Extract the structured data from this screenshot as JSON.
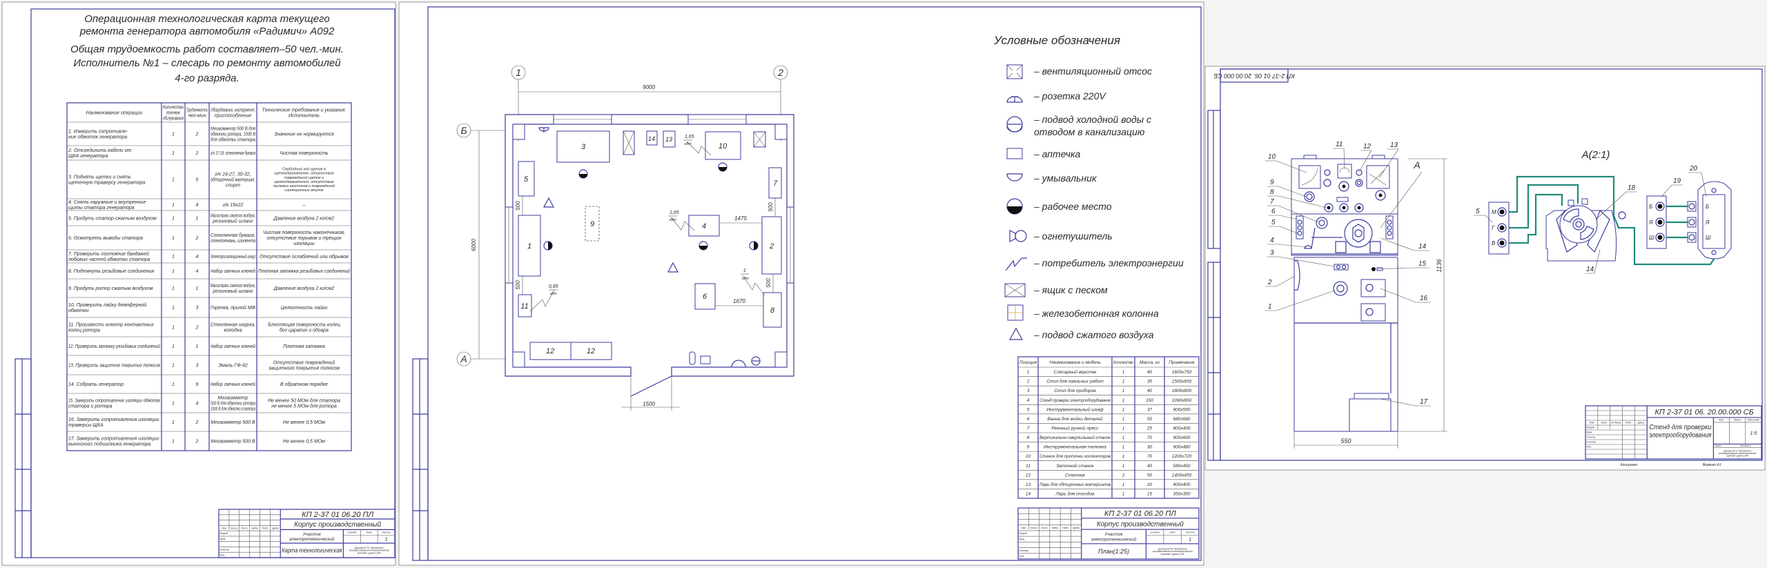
{
  "sheet_tech_card": {
    "title_lines": [
      "Операционная технологическая карта текущего",
      "ремонта генератора автомобиля «Радимич» А092",
      "Общая трудоемкость работ составляет–50 чел.-мин.",
      "Исполнитель №1 – слесарь по ремонту автомобилей",
      "4-го разряда."
    ],
    "table": {
      "headers": [
        "Наименование операции",
        "Количество\nточек\nобслуживания",
        "Трудоемкость\nчел-мин",
        "Оборудование, инструмент,\nприспособление",
        "Технические требования и указания.\nИсполнитель"
      ],
      "rows": [
        [
          "1. Измерить сопротивле-\nние обмоток генератора",
          "1",
          "2",
          "Мегаомметр 500 В для\nобмотки ротора, 1000 В\nдля обмотки статора",
          "Значение не нормируется"
        ],
        [
          "2. Отсоединить кабели от\nЩКА генератора",
          "1",
          "2",
          "г/к 17-19, стеклянная бумага",
          "Чистая поверхность"
        ],
        [
          "3. Поднять щетки и снять\nщеточную траверсу генератора",
          "1",
          "5",
          "г/к 24-27, 30-32,\nобтирочный материал,\nспирт",
          "Свободный ход щеток в\nщеткодержателях, отсутствие\nповреждений щеток и\nщеткодержателей, отсутствие\nпылевых мостиков и повреждений\nизоляционных втулок"
        ],
        [
          "4. Снять наружные и внутренние\nщиты статора генератора",
          "1",
          "4",
          "г/к 19х22",
          "–"
        ],
        [
          "5. Продуть статор сжатым воздухом",
          "1",
          "1",
          "Магистраль сжатого воздуха,\nрезиновый шланг",
          "Давление воздуха 2 кг/см2"
        ],
        [
          "6. Осмотреть выводы статора",
          "1",
          "2",
          "Стеклянная бумага,\nстеклоткань, изолента",
          "Чистая поверхность наконечников,\nотсутствие порывов и трещин\nизоляции"
        ],
        [
          "7. Проверить состояние бандажей\nлобовых частей обмотки статора",
          "1",
          "4",
          "Электроизоляционный шнур",
          "Отсутствие ослаблений или обрывов"
        ],
        [
          "8. Подтянуть резьбовые соединения",
          "1",
          "4",
          "Набор гаечных ключей",
          "Плотная затяжка резьбовых соединений"
        ],
        [
          "9. Продуть ротор сжатым воздухом",
          "1",
          "1",
          "Магистраль сжатого воздуха,\nрезиновый шланг",
          "Давление воздуха 2 кг/см2"
        ],
        [
          "10. Проверить пайку демпферной\nобмотки",
          "1",
          "3",
          "Горелка, припой МФ",
          "Целостность пайки"
        ],
        [
          "11. Произвести осмотр контактных\nколец ротора",
          "1",
          "2",
          "Стеклянная шкурка,\nколодка",
          "Блестящая поверхность колец\nбез царапин и обгара"
        ],
        [
          "12. Проверить затяжку резьбовых соединений",
          "1",
          "1",
          "Набор гаечных ключей",
          "Плотная затяжка"
        ],
        [
          "13. Проверить защитное покрытие полюсов",
          "1",
          "3",
          "Эмаль ГФ-92",
          "Отсутствие повреждений\nзащитного покрытия полюсов"
        ],
        [
          "14. Собрать генератор",
          "1",
          "9",
          "Набор гаечных ключей",
          "В обратном порядке"
        ],
        [
          "15. Замерить сопротивление изоляции обмоток\nстатора и ротора",
          "1",
          "4",
          "Мегаомметр\n500 В для обмотки ротора\n1000 В для обмотки статора",
          "Не менее 50 МОм для статора\nне менее 5 МОм для ротора"
        ],
        [
          "16. Замерить сопротивления изоляции\nтраверсы ЩКА",
          "1",
          "2",
          "Мегаомметр 500 В",
          "Не менее 0,5 МОм"
        ],
        [
          "17. Замерить сопротивления изоляции\nвыносного подшипника генератора",
          "1",
          "2",
          "Мегаомметр 500 В",
          "Не менее 0,5 МОм"
        ]
      ]
    },
    "title_block": {
      "code": "КП 2-37 01 06.20 ПЛ",
      "name": "Корпус производственный",
      "section": "Участок\nэлектротехнический",
      "doc": "Карта технологическая",
      "stage_label": "Стадия",
      "sheet_label": "Лист",
      "sheets_label": "Листов",
      "sheets": "1",
      "org": "филиал БГТУ \"Витебский\nгосударственный технологический\nколледж\" группа 2ПА",
      "cols": [
        "Изм",
        "Кол.уч",
        "Лист",
        "№док",
        "Подп.",
        "Дата"
      ],
      "roles": [
        "Разраб.",
        "Пров.",
        "Н.контр.",
        "Утв."
      ]
    }
  },
  "sheet_plan": {
    "axes": {
      "v1": "1",
      "v2": "2",
      "hB": "Б",
      "hA": "А"
    },
    "dimensions": {
      "width": "9000",
      "depth": "6000",
      "door": "1500",
      "d500": "500",
      "d1475": "1475",
      "d1670": "1670"
    },
    "equipment_labels": [
      "1",
      "2",
      "3",
      "4",
      "5",
      "6",
      "7",
      "8",
      "9",
      "10",
      "11",
      "12",
      "12",
      "13",
      "14"
    ],
    "power": {
      "p10": "1,65",
      "p4": "1,65",
      "p11": "0,85",
      "p8": "1",
      "unit": "кВт"
    },
    "legend": {
      "title": "Условные обозначения",
      "items": [
        "– вентиляционный отсос",
        "– розетка 220V",
        "– подвод холодной воды с\nотводом в канализацию",
        "– аптечка",
        "– умывальник",
        "– рабочее место",
        "– огнетушитель",
        "– потребитель электроэнергии",
        "– ящик с песком",
        "– железобетонная колонна",
        "– подвод сжатого воздуха"
      ]
    },
    "equipment_table": {
      "headers": [
        "Позиция",
        "Наименование и модель",
        "Количество",
        "Масса, кг",
        "Примечание"
      ],
      "rows": [
        [
          "1",
          "Слесарный верстак",
          "1",
          "40",
          "1600х750"
        ],
        [
          "2",
          "Стол для паяльных работ",
          "1",
          "35",
          "1500х650"
        ],
        [
          "3",
          "Стол для приборов",
          "1",
          "40",
          "1800х800"
        ],
        [
          "4",
          "Стенд проверки электрооборудования",
          "1",
          "150",
          "1090х650"
        ],
        [
          "5",
          "Инструментальный шкаф",
          "1",
          "37",
          "900х550"
        ],
        [
          "6",
          "Ванна для мойки деталей",
          "1",
          "50",
          "680х680"
        ],
        [
          "7",
          "Реечный ручной пресс",
          "1",
          "25",
          "800х400"
        ],
        [
          "8",
          "Вертикально-сверлильный станок",
          "1",
          "70",
          "900х600"
        ],
        [
          "9",
          "Инструментальная тележка",
          "1",
          "30",
          "900х480"
        ],
        [
          "10",
          "Станок для проточки коллекторов",
          "1",
          "70",
          "1200х720"
        ],
        [
          "11",
          "Заточной станок",
          "1",
          "40",
          "580х450"
        ],
        [
          "12",
          "Стеллаж",
          "2",
          "50",
          "1400х450"
        ],
        [
          "13",
          "Ларь для обтирочных материалов",
          "1",
          "20",
          "400х400"
        ],
        [
          "14",
          "Ларь для отходов",
          "1",
          "15",
          "350х350"
        ]
      ]
    },
    "title_block": {
      "code": "КП 2-37 01 06.20 ПЛ",
      "name": "Корпус производственный",
      "section": "Участок\nэлектротехнический",
      "doc": "План(1:25)",
      "stage_label": "Стадия",
      "sheet_label": "Лист",
      "sheets_label": "Листов",
      "sheets": "1",
      "org": "филиал БГТУ \"Витебский\nгосударственный технологический\nколледж\" группа 2ПА",
      "cols": [
        "Изм",
        "Кол.уч",
        "Лист",
        "№док",
        "Подп.",
        "Дата"
      ],
      "roles": [
        "Разраб.",
        "Пров.",
        "Н.контр.",
        "Утв."
      ]
    }
  },
  "sheet_stand": {
    "stamp": "КП 2-37 01 06. 20.00.000 СБ",
    "view_label": "А",
    "detail_title": "А(2:1)",
    "dim_height": "1136",
    "dim_width": "550",
    "callouts": [
      "1",
      "2",
      "3",
      "4",
      "5",
      "6",
      "7",
      "8",
      "9",
      "10",
      "11",
      "12",
      "13",
      "14",
      "15",
      "16",
      "17"
    ],
    "detail_callouts": {
      "c5": "5",
      "c14": "14",
      "c18": "18",
      "c19": "19",
      "c20": "20"
    },
    "terminals_left": [
      "М",
      "Г",
      "В"
    ],
    "terminals_right": [
      "Б",
      "Я",
      "Ш"
    ],
    "title_block": {
      "code": "КП 2-37 01 06. 20.00.000 СБ",
      "name": "Стенд для проверки\nэлектрооборудования",
      "lit_label": "Лит.",
      "mass_label": "Масса",
      "scale_label": "Масштаб",
      "scale": "1:5",
      "sheet_label": "Лист",
      "sheets_label": "Листов 1",
      "org": "филиал БГТУ \"Витебский\nгосударственный технологический\nколледж\" группа 2ПА",
      "cols": [
        "Изм",
        "Лист",
        "№ докум.",
        "Подп.",
        "Дата"
      ],
      "roles": [
        "Разраб.",
        "Пров.",
        "Т.контр.",
        "Н.контр.",
        "Утв."
      ],
      "copied": "Копировал",
      "format": "Формат А1"
    }
  },
  "colors": {
    "line": "#3b3b9e",
    "wire": "#1f8a78",
    "text": "#2a2a2a"
  }
}
